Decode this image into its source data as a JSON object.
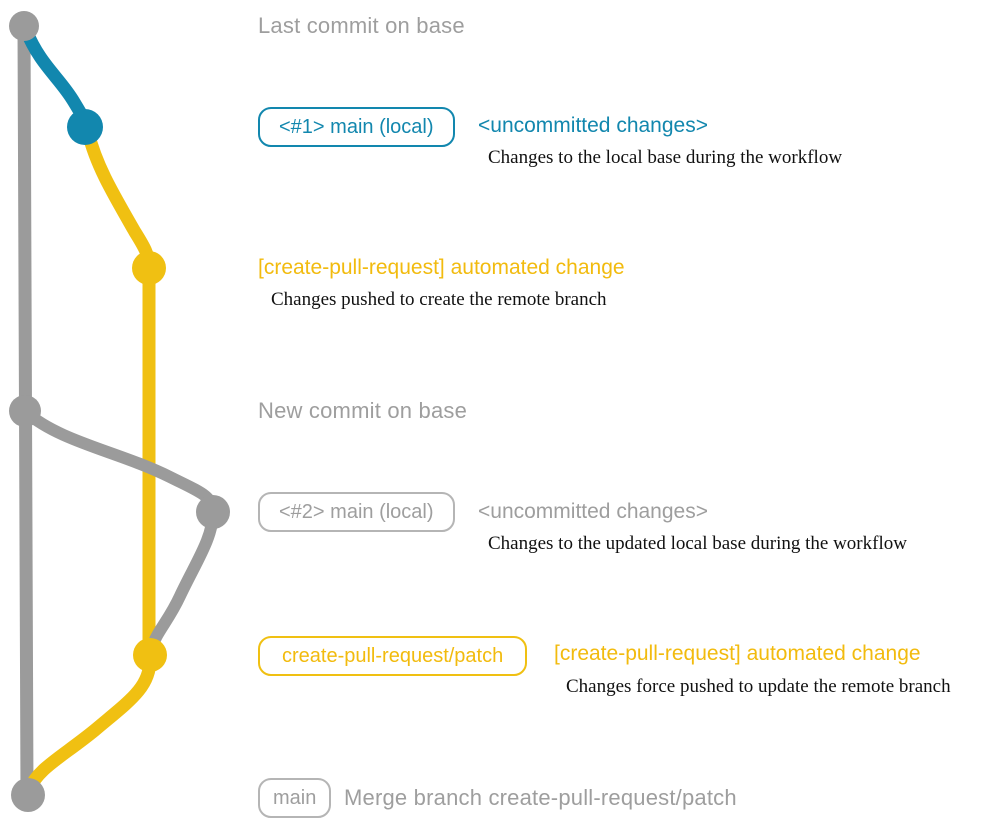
{
  "colors": {
    "gray": "#9b9b9b",
    "gray_text": "#9e9e9e",
    "gray_border": "#b5b5b5",
    "teal": "#1287ae",
    "yellow": "#f0c012",
    "yellow_text": "#f2bb0e"
  },
  "graph": {
    "type": "git-branch-diagram",
    "branches": [
      {
        "name": "base-trunk",
        "color": "gray"
      },
      {
        "name": "local-main-1",
        "color": "teal"
      },
      {
        "name": "create-pull-request-patch",
        "color": "yellow"
      },
      {
        "name": "local-main-2",
        "color": "gray"
      }
    ],
    "nodes": [
      {
        "id": "last-commit-on-base",
        "color": "gray"
      },
      {
        "id": "local-main-commit-1",
        "color": "teal"
      },
      {
        "id": "automated-change-commit-1",
        "color": "yellow"
      },
      {
        "id": "new-commit-on-base",
        "color": "gray"
      },
      {
        "id": "local-main-commit-2",
        "color": "gray"
      },
      {
        "id": "automated-change-commit-2",
        "color": "yellow"
      },
      {
        "id": "merge-commit",
        "color": "gray"
      }
    ]
  },
  "annotations": {
    "last_commit_label": "Last commit on base",
    "new_commit_label": "New commit on base",
    "row1": {
      "badge": "<#1> main (local)",
      "title": "<uncommitted changes>",
      "caption": "Changes to the local base during the workflow"
    },
    "row2": {
      "title": "[create-pull-request] automated change",
      "caption": "Changes pushed to create the remote branch"
    },
    "row3": {
      "badge": "<#2> main (local)",
      "title": "<uncommitted changes>",
      "caption": "Changes to the updated local base during the workflow"
    },
    "row4": {
      "badge": "create-pull-request/patch",
      "title": "[create-pull-request] automated change",
      "caption": "Changes force pushed to update the remote branch"
    },
    "row5": {
      "badge": "main",
      "caption": "Merge branch create-pull-request/patch"
    }
  }
}
